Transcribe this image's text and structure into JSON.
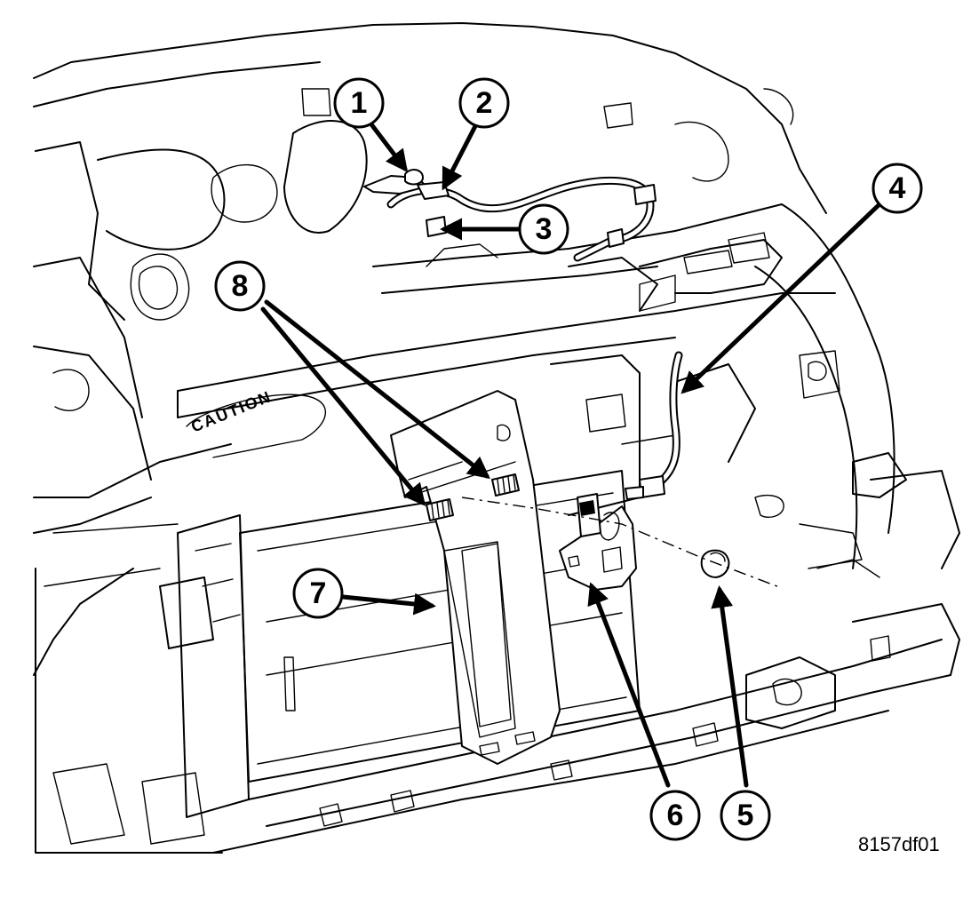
{
  "figure": {
    "id_label": "8157df01",
    "stamp_text": "CAUTION"
  },
  "callouts": [
    {
      "number": "1"
    },
    {
      "number": "2"
    },
    {
      "number": "3"
    },
    {
      "number": "4"
    },
    {
      "number": "5"
    },
    {
      "number": "6"
    },
    {
      "number": "7"
    },
    {
      "number": "8"
    }
  ]
}
